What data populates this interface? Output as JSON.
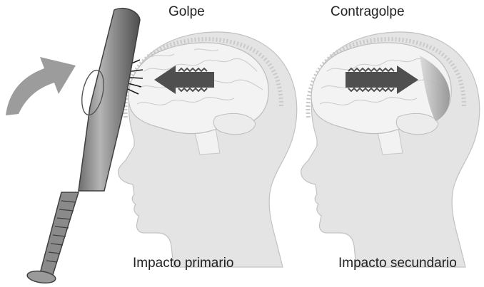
{
  "panels": [
    {
      "title": "Golpe",
      "caption": "Impacto primario"
    },
    {
      "title": "Contragolpe",
      "caption": "Impacto secundario"
    }
  ],
  "colors": {
    "head": "#e3e3e3",
    "head_outline": "#b9b9b9",
    "brain": "#f1f1f1",
    "brain_fold": "#c9c9c9",
    "bat": "#8c8c8c",
    "bat_dark": "#5a5a5a",
    "arrow": "#4d4d4d",
    "swing_arrow": "#9a9a9a"
  },
  "icons": [
    "baseball-bat-icon",
    "swing-arrow-icon",
    "impact-lines-icon",
    "motion-arrow-icon"
  ]
}
